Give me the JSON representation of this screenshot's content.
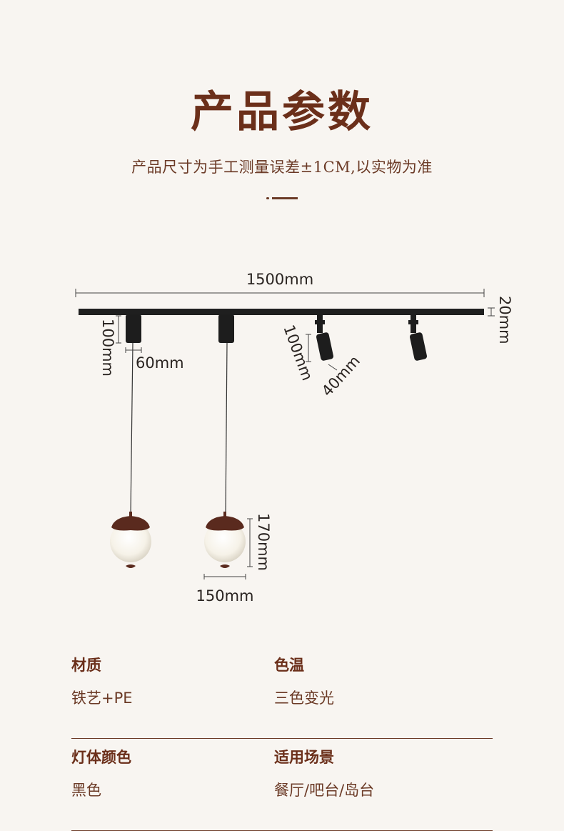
{
  "header": {
    "title": "产品参数",
    "subtitle": "产品尺寸为手工测量误差±1CM,以实物为准"
  },
  "diagram": {
    "track_length": "1500mm",
    "track_height": "20mm",
    "pendant_fixture_height": "100mm",
    "pendant_fixture_width": "60mm",
    "spot_height": "100mm",
    "spot_width": "40mm",
    "shade_height": "170mm",
    "shade_width": "150mm"
  },
  "specs": [
    {
      "label": "材质",
      "value": "铁艺+PE"
    },
    {
      "label": "色温",
      "value": "三色变光"
    },
    {
      "label": "灯体颜色",
      "value": "黑色"
    },
    {
      "label": "适用场景",
      "value": "餐厅/吧台/岛台"
    }
  ],
  "colors": {
    "background": "#f8f5f1",
    "accent": "#6b2f1a",
    "fixture": "#1d1d1d",
    "shade": "#faf8f2",
    "cap": "#5a2a1e"
  }
}
